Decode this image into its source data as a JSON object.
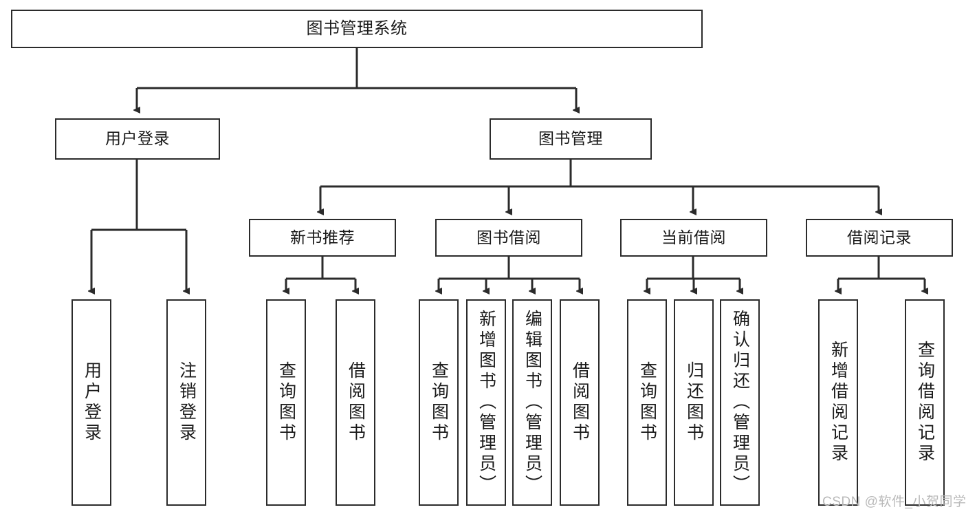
{
  "diagram": {
    "title": "图书管理系统",
    "watermark": "CSDN @软件_小贺同学",
    "nodes": {
      "root": "图书管理系统",
      "user_login": "用户登录",
      "book_manage": "图书管理",
      "new_book_rec": "新书推荐",
      "book_borrow": "图书借阅",
      "current_borrow": "当前借阅",
      "borrow_record": "借阅记录",
      "leaf_user_login": "用户登录",
      "leaf_user_logout": "注销登录",
      "leaf_query_book_a": "查询图书",
      "leaf_borrow_book_a": "借阅图书",
      "leaf_query_book_b": "查询图书",
      "leaf_add_book": "新增图书（管理员）",
      "leaf_edit_book": "编辑图书（管理员）",
      "leaf_borrow_book_b": "借阅图书",
      "leaf_query_book_c": "查询图书",
      "leaf_return_book": "归还图书",
      "leaf_confirm_return": "确认归还（管理员）",
      "leaf_add_record": "新增借阅记录",
      "leaf_query_record": "查询借阅记录"
    },
    "colors": {
      "stroke": "#2b2b2b",
      "fill": "#ffffff",
      "text": "#1a1a1a",
      "watermark": "#b9b9b9"
    }
  }
}
